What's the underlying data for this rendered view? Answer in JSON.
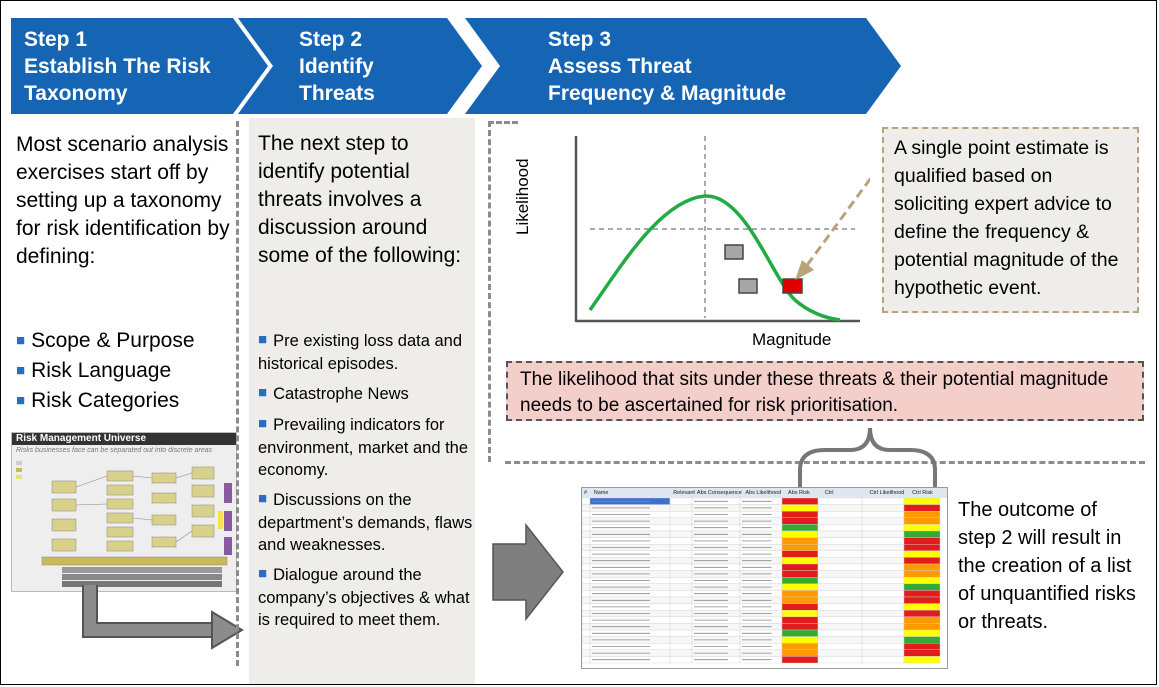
{
  "steps": [
    {
      "title": "Step 1\nEstablish The Risk\nTaxonomy"
    },
    {
      "title": "Step 2\nIdentify\nThreats"
    },
    {
      "title": "Step 3\nAssess Threat\nFrequency & Magnitude"
    }
  ],
  "column1": {
    "intro": "Most scenario analysis exercises start off by setting up a taxonomy for risk identification by defining:",
    "bullets": [
      "Scope & Purpose",
      "Risk Language",
      "Risk Categories"
    ]
  },
  "column2": {
    "intro": "The next step to identify potential threats involves a discussion around some of the following:",
    "bullets": [
      "Pre existing loss data and historical episodes.",
      "Catastrophe News",
      "Prevailing indicators for environment, market and the economy.",
      "Discussions on the department’s demands, flaws and weaknesses.",
      "Dialogue around the company’s objectives & what is required to meet them."
    ]
  },
  "column3": {
    "chart": {
      "ylabel": "Likelihood",
      "xlabel": "Magnitude"
    },
    "callout_estimate": "A single point estimate is qualified based on soliciting expert advice to define the frequency & potential magnitude of the hypothetic event.",
    "callout_likelihood": "The likelihood that sits under these threats & their potential magnitude needs to be ascertained for risk prioritisation.",
    "outcome": "The outcome of step 2 will result in the creation of a list of unquantified risks or threats."
  },
  "thumbnail_universe": {
    "title": "Risk Management Universe",
    "subtitle": "Risks businesses face can be separated out into discrete areas"
  },
  "thumbnail_table": {
    "headers": [
      "#",
      "Name",
      "Relevant",
      "Abs Consequence",
      "Abs Likelihood",
      "Abs Risk Level",
      "Ctrl Consequence",
      "Ctrl Likelihood",
      "Ctrl Risk Level"
    ]
  },
  "colors": {
    "chevron": "#1665b4",
    "curve": "#22aa44",
    "grey_marker": "#a6a6a6",
    "red_marker": "#e00000",
    "callout_pink": "#f4cfc9",
    "panel_bg": "#efedea",
    "bullet": "#2a6cc4"
  }
}
